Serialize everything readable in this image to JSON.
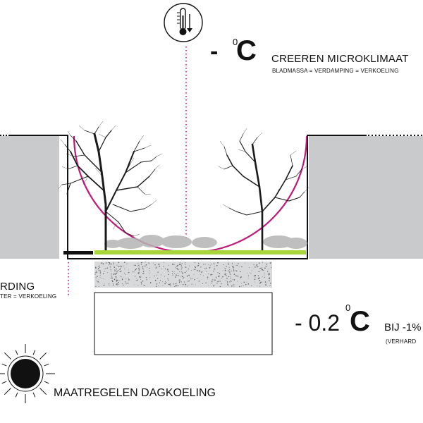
{
  "top_note": {
    "temperature_minus": "-",
    "temperature_sup": "0",
    "temperature_unit": "C",
    "title": "CREEREN MICROKLIMAAT",
    "subtitle": "BLADMASSA = VERDAMPING = VERKOELING"
  },
  "left_note": {
    "title": "RDING",
    "subtitle": "TER = VERKOELING"
  },
  "bottom_note": {
    "temperature_value": "- 0.2",
    "temperature_sup": "0",
    "temperature_unit": "C",
    "label": "BIJ -1%",
    "sublabel": "(VERHARD"
  },
  "legend": {
    "title": "MAATREGELEN DAGKOELING"
  },
  "icons": {
    "thermometer": "thermometer-icon",
    "sun": "sun-icon"
  },
  "colors": {
    "accent": "#c0187a",
    "grass": "#a8d63a",
    "wall": "#c8cacc",
    "outline": "#111111"
  }
}
